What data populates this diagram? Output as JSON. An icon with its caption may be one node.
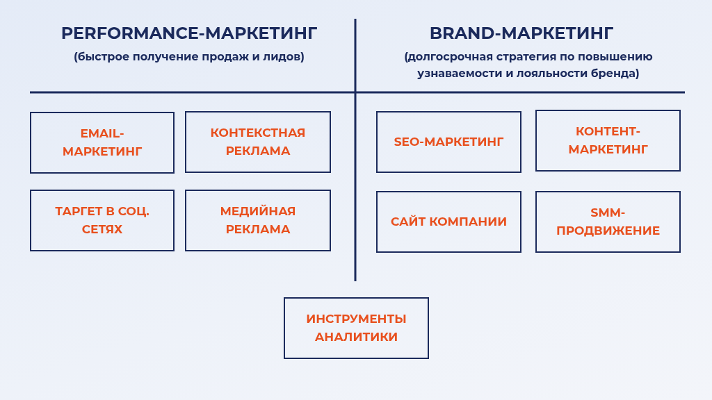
{
  "diagram": {
    "nodes": [
      {
        "text": [
          "EMAIL-МАРКЕТИНГ"
        ]
      },
      {
        "text": [
          "КОНТЕКСТНАЯ РЕКЛАМА"
        ]
      },
      {
        "text": [
          "ТАРГЕТ В СОЦ. СЕТЯХ"
        ]
      },
      {
        "text": [
          "МЕДИЙНАЯ РЕКЛАМА"
        ]
      },
      {
        "text": [
          "SEO-МАРКЕТИНГ"
        ]
      },
      {
        "text": [
          "КОНТЕНТ-МАРКЕТИНГ"
        ]
      },
      {
        "text": [
          "САЙТ КОМПАНИИ"
        ]
      },
      {
        "text": [
          "SMM-ПРОДВИЖЕНИЕ"
        ]
      },
      {
        "text": [
          "ИНСТРУМЕНТЫ АНАЛИТИКИ"
        ]
      }
    ],
    "edges": [],
    "labels": [
      "PERFORMANCE-МАРКЕТИНГ",
      "(быстрое получение продаж и лидов)",
      "BRAND-МАРКЕТИНГ",
      "(долгосрочная стратегия по повышению узнаваемости и лояльности бренда)"
    ]
  }
}
